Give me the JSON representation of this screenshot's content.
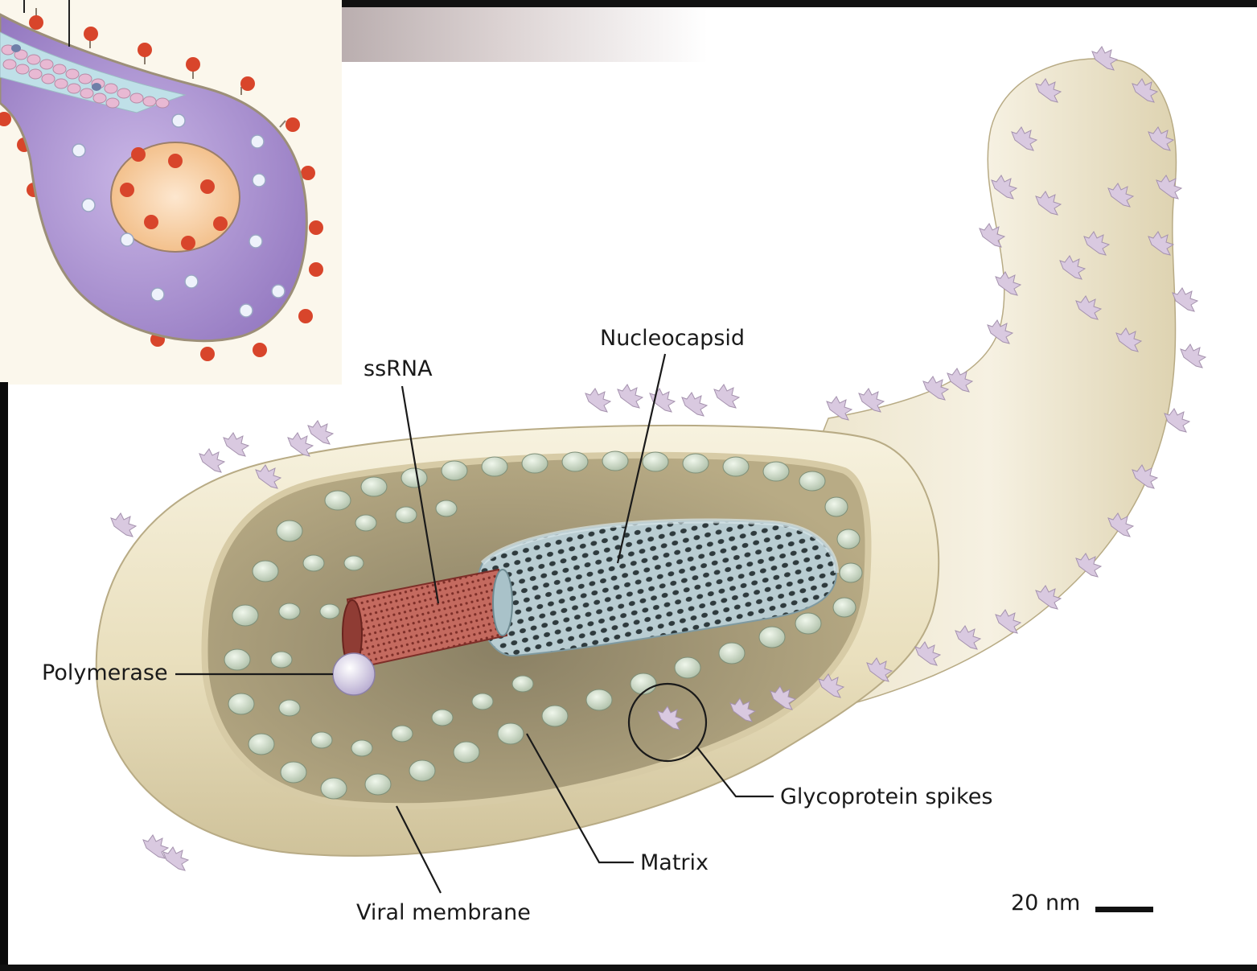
{
  "labels": {
    "nucleocapsid": "Nucleocapsid",
    "ssrna": "ssRNA",
    "polymerase": "Polymerase",
    "glycoprotein_spikes": "Glycoprotein spikes",
    "matrix": "Matrix",
    "viral_membrane": "Viral membrane",
    "scale_bar": "20 nm"
  },
  "colors": {
    "membrane": "#ece3c4",
    "matrix_protein": "#d8e6d3",
    "nucleocapsid": "#b8cdd3",
    "ssrna": "#b5564c",
    "glycoprotein": "#d9c9e0",
    "inset_cell": "#a88fce",
    "inset_nucleus": "#f3c493",
    "inset_spike": "#d8452b"
  }
}
